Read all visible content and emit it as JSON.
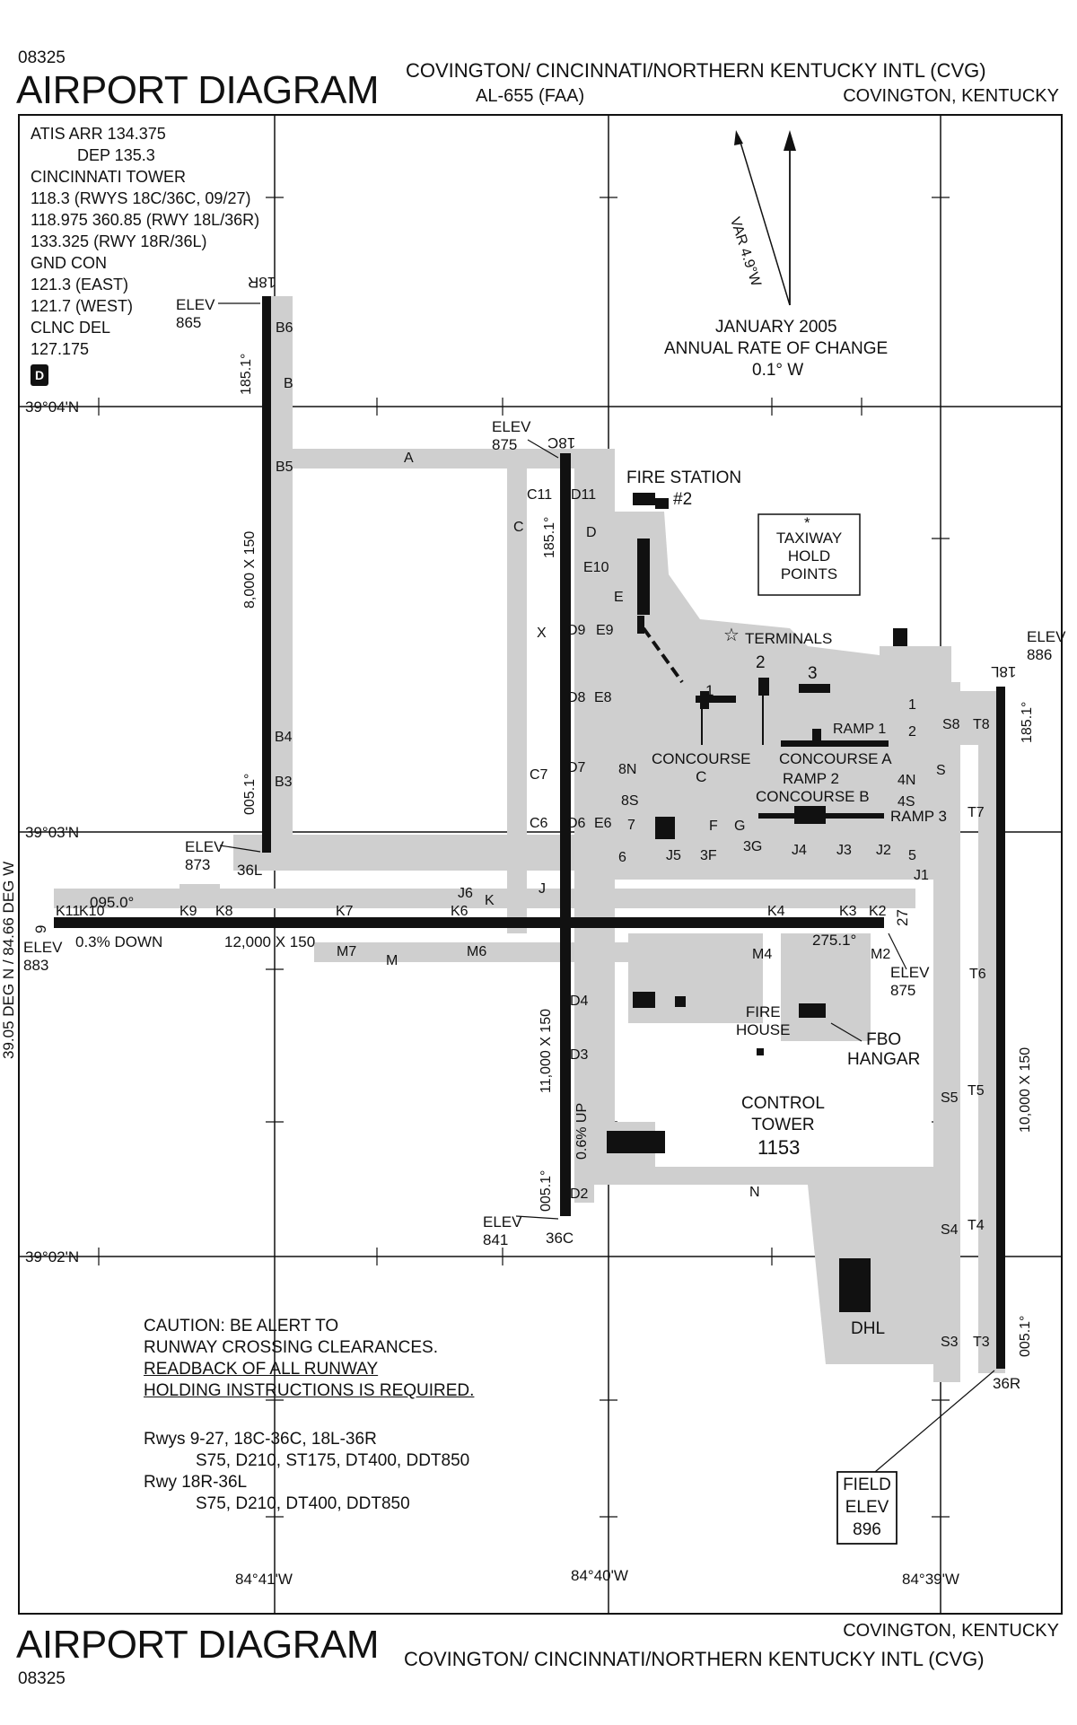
{
  "header": {
    "code": "08325",
    "title": "AIRPORT DIAGRAM",
    "airport_name": "COVINGTON/ CINCINNATI/NORTHERN KENTUCKY INTL (CVG)",
    "procedure": "AL-655 (FAA)",
    "location": "COVINGTON, KENTUCKY"
  },
  "frequencies": {
    "lines": [
      "ATIS ARR 134.375",
      "DEP 135.3",
      "CINCINNATI TOWER",
      "118.3 (RWYS 18C/36C, 09/27)",
      "118.975 360.85 (RWY 18L/36R)",
      "133.325 (RWY 18R/36L)",
      "GND CON",
      "121.3 (EAST)",
      "121.7 (WEST)",
      "CLNC DEL",
      "127.175"
    ],
    "d_badge": "D"
  },
  "variation": {
    "label": "VAR 4.9°W",
    "date": "JANUARY 2005",
    "rate_label": "ANNUAL RATE OF CHANGE",
    "rate": "0.1° W"
  },
  "coordinates": {
    "lat_1": "39°04'N",
    "lat_2": "39°03'N",
    "lat_3": "39°02'N",
    "lon_1": "84°41'W",
    "lon_2": "84°40'W",
    "lon_3": "84°39'W"
  },
  "runways": {
    "rwy_18R": "18R",
    "rwy_36L": "36L",
    "elev_18R": "ELEV\n865",
    "hdg_18R": "185.1°",
    "dims_18R": "8,000 X 150",
    "hdg_36L": "005.1°",
    "elev_36L": "ELEV\n873",
    "rwy_18C": "18C",
    "elev_18C": "ELEV\n875",
    "hdg_18C": "185.1°",
    "dims_18C": "11,000 X 150",
    "slope_18C": "0.6% UP",
    "hdg_36C": "005.1°",
    "rwy_36C": "36C",
    "elev_36C": "ELEV\n841",
    "rwy_18L": "18L",
    "elev_18L": "ELEV\n886",
    "hdg_18L": "185.1°",
    "dims_18L": "10,000 X 150",
    "hdg_36R": "005.1°",
    "rwy_36R": "36R",
    "rwy_9": "9",
    "elev_9": "ELEV\n883",
    "hdg_9": "095.0°",
    "slope_9": "0.3% DOWN",
    "dims_9": "12,000 X 150",
    "hdg_27": "275.1°",
    "rwy_27": "27",
    "elev_27": "ELEV\n875"
  },
  "features": {
    "fire_station": "FIRE STATION",
    "fire_station_no": "#2",
    "hold_star": "*",
    "hold_points": "TAXIWAY\nHOLD\nPOINTS",
    "terminals": "TERMINALS",
    "concourse_c": "CONCOURSE\nC",
    "ramp_1": "RAMP 1",
    "concourse_a": "CONCOURSE A",
    "ramp_2": "RAMP 2",
    "concourse_b": "CONCOURSE B",
    "ramp_3": "RAMP 3",
    "fire_house": "FIRE\nHOUSE",
    "fbo_hangar": "FBO\nHANGAR",
    "control_tower": "CONTROL\nTOWER",
    "tower_elev": "1153",
    "dhl": "DHL",
    "field_elev": "FIELD\nELEV\n896",
    "terminal_1": "1",
    "terminal_2": "2",
    "terminal_3": "3"
  },
  "taxiways": [
    "A",
    "B5",
    "B6",
    "B",
    "B4",
    "B3",
    "C",
    "C11",
    "D11",
    "C7",
    "C6",
    "D",
    "D9",
    "E9",
    "D8",
    "E8",
    "D7",
    "D6",
    "E6",
    "E10",
    "E",
    "8N",
    "8S",
    "7",
    "6",
    "J5",
    "3F",
    "3G",
    "J4",
    "J3",
    "J2",
    "J",
    "K",
    "K11",
    "K10",
    "K9",
    "K8",
    "K7",
    "K6",
    "J6",
    "M7",
    "M6",
    "M",
    "M4",
    "M2",
    "K4",
    "K3",
    "K2",
    "F",
    "G",
    "S",
    "S8",
    "T8",
    "T7",
    "T6",
    "T5",
    "T4",
    "T3",
    "S5",
    "S4",
    "S3",
    "N",
    "D4",
    "D3",
    "D2",
    "1",
    "2",
    "4N",
    "4S",
    "5",
    "J1",
    "X"
  ],
  "caution": {
    "line1": "CAUTION: BE ALERT TO",
    "line2": "RUNWAY CROSSING CLEARANCES.",
    "line3": "READBACK OF ALL RUNWAY",
    "line4": "HOLDING INSTRUCTIONS IS REQUIRED."
  },
  "weights": {
    "l1": "Rwys 9-27, 18C-36C, 18L-36R",
    "l2": "S75, D210, ST175, DT400, DDT850",
    "l3": "Rwy 18R-36L",
    "l4": "S75, D210, DT400, DDT850"
  },
  "footer": {
    "title": "AIRPORT DIAGRAM",
    "code": "08325",
    "location": "COVINGTON, KENTUCKY",
    "airport_name": "COVINGTON/ CINCINNATI/NORTHERN KENTUCKY INTL (CVG)"
  },
  "side_text": "39.05 DEG N / 84.66 DEG W"
}
